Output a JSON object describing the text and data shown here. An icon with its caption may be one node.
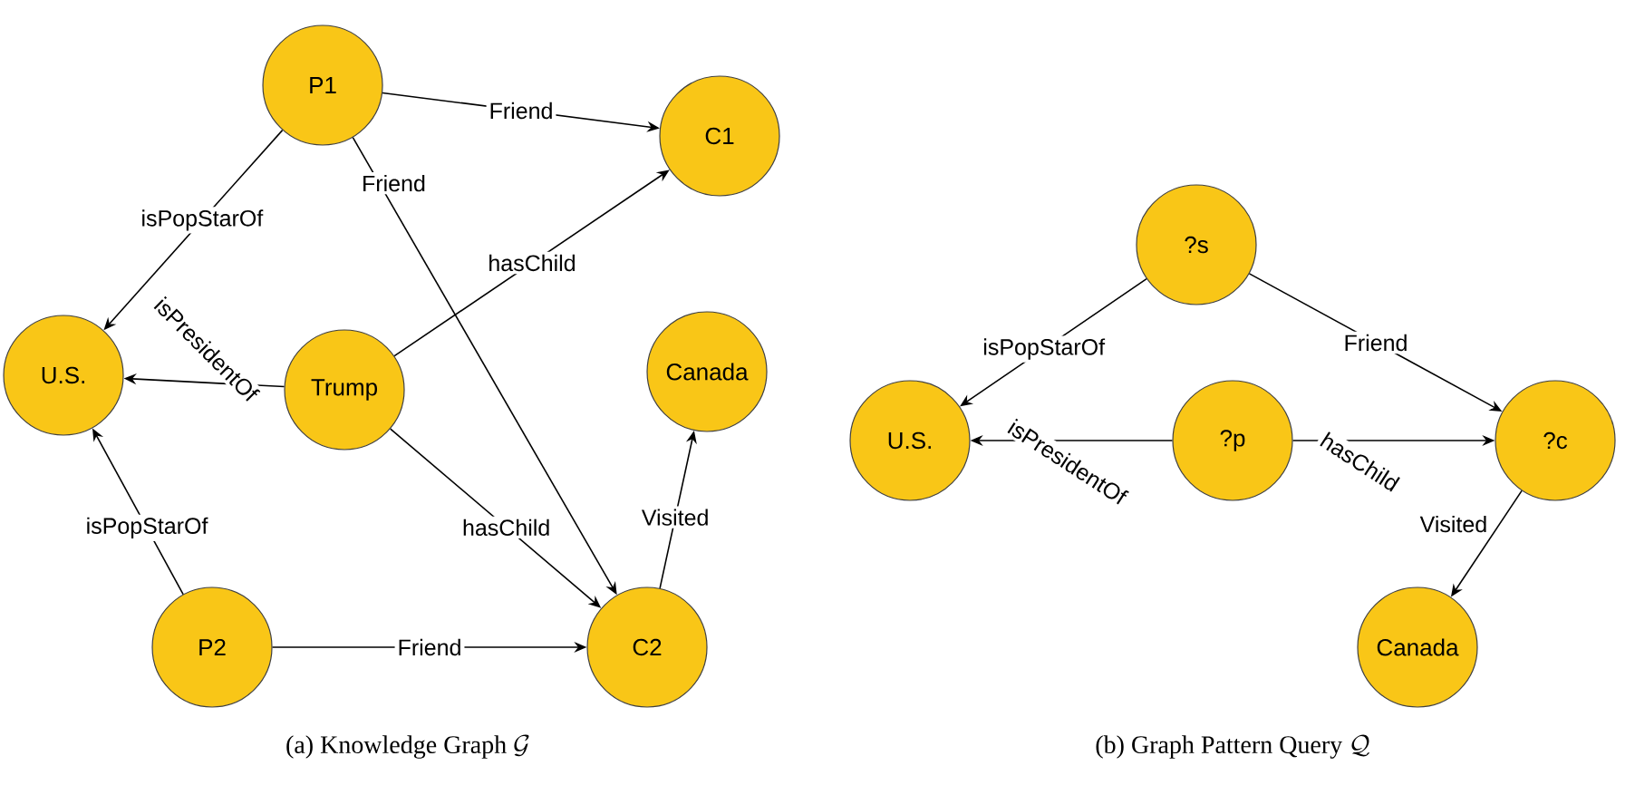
{
  "diagram": {
    "nodes": [
      {
        "text": [
          "P1"
        ]
      },
      {
        "text": [
          "C1"
        ]
      },
      {
        "text": [
          "U.S."
        ]
      },
      {
        "text": [
          "Trump"
        ]
      },
      {
        "text": [
          "Canada"
        ]
      },
      {
        "text": [
          "P2"
        ]
      },
      {
        "text": [
          "C2"
        ]
      },
      {
        "text": [
          "?s"
        ]
      },
      {
        "text": [
          "U.S."
        ]
      },
      {
        "text": [
          "?p"
        ]
      },
      {
        "text": [
          "?c"
        ]
      },
      {
        "text": [
          "Canada"
        ]
      }
    ],
    "edges": [
      {
        "from": 0,
        "to": 1,
        "arrow": "to",
        "label": "Friend"
      },
      {
        "from": 0,
        "to": 6,
        "arrow": "to",
        "label": "Friend"
      },
      {
        "from": 0,
        "to": 2,
        "arrow": "to",
        "label": "isPopStarOf"
      },
      {
        "from": 3,
        "to": 2,
        "arrow": "to",
        "label": "isPresidentOf"
      },
      {
        "from": 3,
        "to": 1,
        "arrow": "to",
        "label": "hasChild"
      },
      {
        "from": 3,
        "to": 6,
        "arrow": "to",
        "label": "hasChild"
      },
      {
        "from": 5,
        "to": 2,
        "arrow": "to",
        "label": "isPopStarOf"
      },
      {
        "from": 5,
        "to": 6,
        "arrow": "to",
        "label": "Friend"
      },
      {
        "from": 6,
        "to": 4,
        "arrow": "to",
        "label": "Visited"
      },
      {
        "from": 7,
        "to": 8,
        "arrow": "to",
        "label": "isPopStarOf"
      },
      {
        "from": 7,
        "to": 10,
        "arrow": "to",
        "label": "Friend"
      },
      {
        "from": 9,
        "to": 8,
        "arrow": "to",
        "label": "isPresidentOf"
      },
      {
        "from": 9,
        "to": 10,
        "arrow": "to",
        "label": "hasChild"
      },
      {
        "from": 10,
        "to": 11,
        "arrow": "to",
        "label": "Visited"
      }
    ],
    "labels": [
      "(a) Knowledge Graph",
      "\\mathcal{G}",
      "(b) Graph Pattern Query",
      "\\mathcal{Q}"
    ]
  }
}
